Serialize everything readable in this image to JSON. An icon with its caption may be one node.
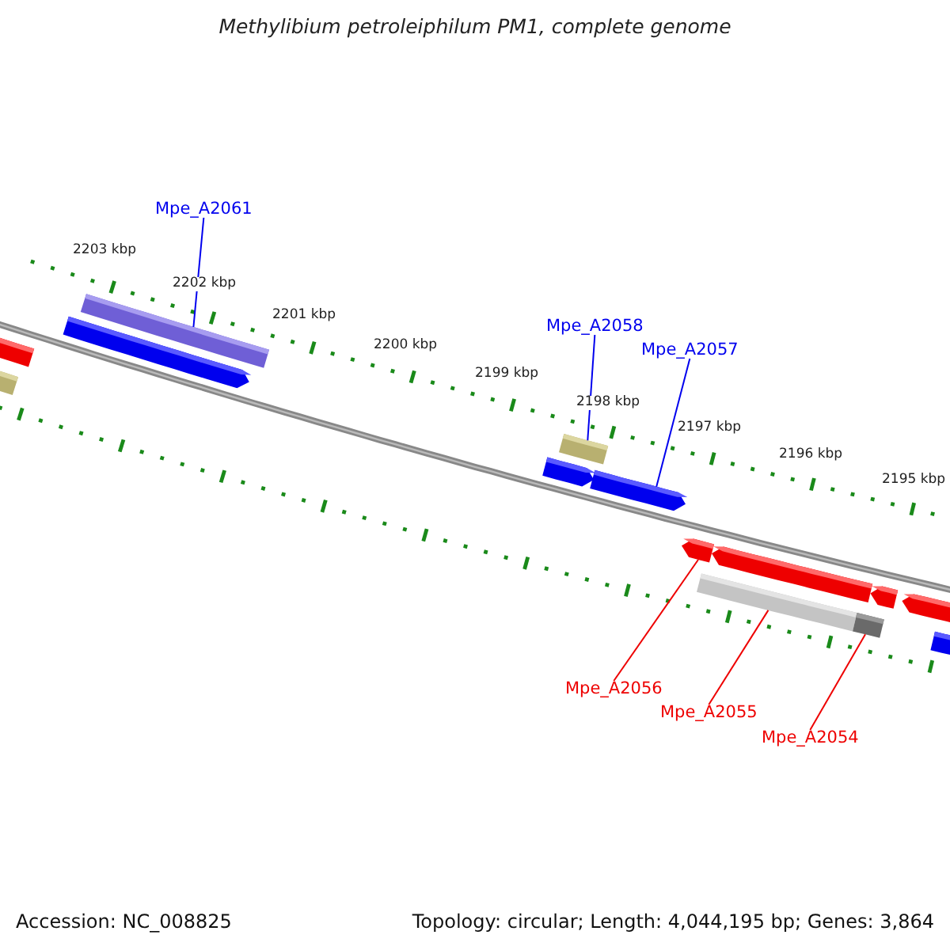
{
  "diagram": {
    "title": "Methylibium petroleiphilum PM1, complete genome",
    "nodes": [
      {
        "text": [
          "Mpe_A2061"
        ]
      },
      {
        "text": [
          "Mpe_A2058"
        ]
      },
      {
        "text": [
          "Mpe_A2057"
        ]
      },
      {
        "text": [
          "Mpe_A2056"
        ]
      },
      {
        "text": [
          "Mpe_A2055"
        ]
      },
      {
        "text": [
          "Mpe_A2054"
        ]
      },
      {
        "text": [],
        "shape": "bar"
      },
      {
        "text": [],
        "shape": "bar"
      },
      {
        "text": [],
        "shape": "bar"
      },
      {
        "text": [],
        "shape": "bar"
      },
      {
        "text": [],
        "shape": "bar"
      },
      {
        "text": [],
        "shape": "bar"
      },
      {
        "text": [],
        "shape": "bar"
      },
      {
        "text": [],
        "shape": "bar"
      },
      {
        "text": [],
        "shape": "bar"
      },
      {
        "text": [],
        "shape": "bar"
      },
      {
        "text": [],
        "shape": "bar"
      },
      {
        "text": [],
        "shape": "bar"
      },
      {
        "text": [],
        "shape": "bar"
      },
      {
        "text": [],
        "shape": "bar"
      }
    ],
    "edges": [
      {
        "from": 0,
        "to": 9,
        "arrow": "none",
        "color": "#0000ee"
      },
      {
        "from": 1,
        "to": 11,
        "arrow": "none",
        "color": "#0000ee"
      },
      {
        "from": 2,
        "to": 12,
        "arrow": "none",
        "color": "#0000ee"
      },
      {
        "from": 3,
        "to": 13,
        "arrow": "none",
        "color": "#ee0000"
      },
      {
        "from": 4,
        "to": 14,
        "arrow": "none",
        "color": "#ee0000"
      },
      {
        "from": 5,
        "to": 16,
        "arrow": "none",
        "color": "#ee0000"
      }
    ],
    "labels": [
      "2203 kbp",
      "2202 kbp",
      "2201 kbp",
      "2200 kbp",
      "2199 kbp",
      "2198 kbp",
      "2197 kbp",
      "2196 kbp",
      "2195 kbp",
      "Accession: NC_008825",
      "Topology: circular; Length: 4,044,195 bp; Genes: 3,864"
    ]
  }
}
